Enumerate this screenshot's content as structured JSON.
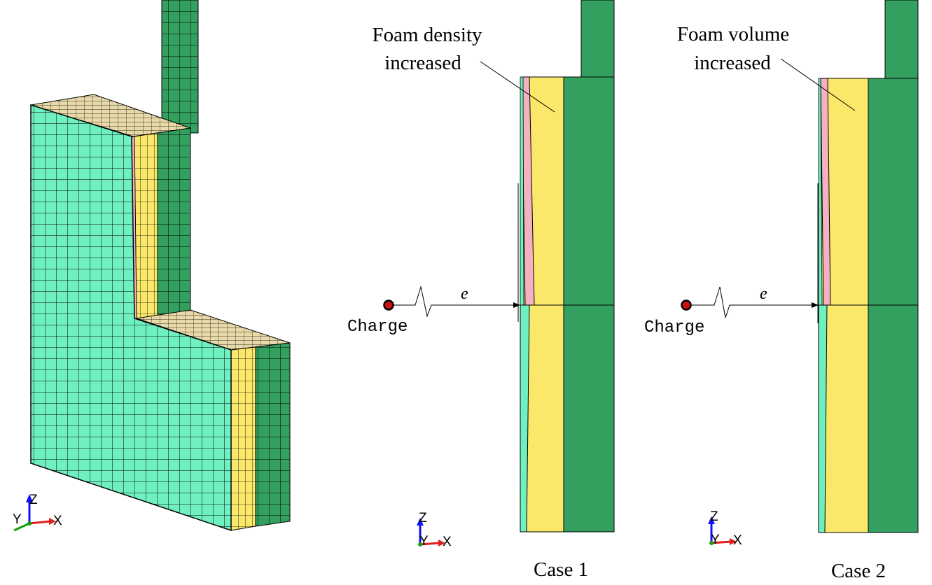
{
  "colors": {
    "steel_green": "#33a060",
    "foam_yellow": "#fbe86a",
    "face_cyan": "#6ff0c0",
    "core_pink": "#f4b1c1",
    "charge_red": "#cc1111",
    "axis_z": "#1010ff",
    "axis_x": "#e02020",
    "axis_y": "#10a010"
  },
  "axis_triad": {
    "z_label": "Z",
    "y_label": "Y",
    "x_label": "X"
  },
  "case1": {
    "annotation_line1": "Foam density",
    "annotation_line2": "increased",
    "charge_label": "Charge",
    "standoff_label": "e",
    "caption": "Case 1"
  },
  "case2": {
    "annotation_line1": "Foam volume",
    "annotation_line2": "increased",
    "charge_label": "Charge",
    "standoff_label": "e",
    "caption": "Case 2"
  }
}
